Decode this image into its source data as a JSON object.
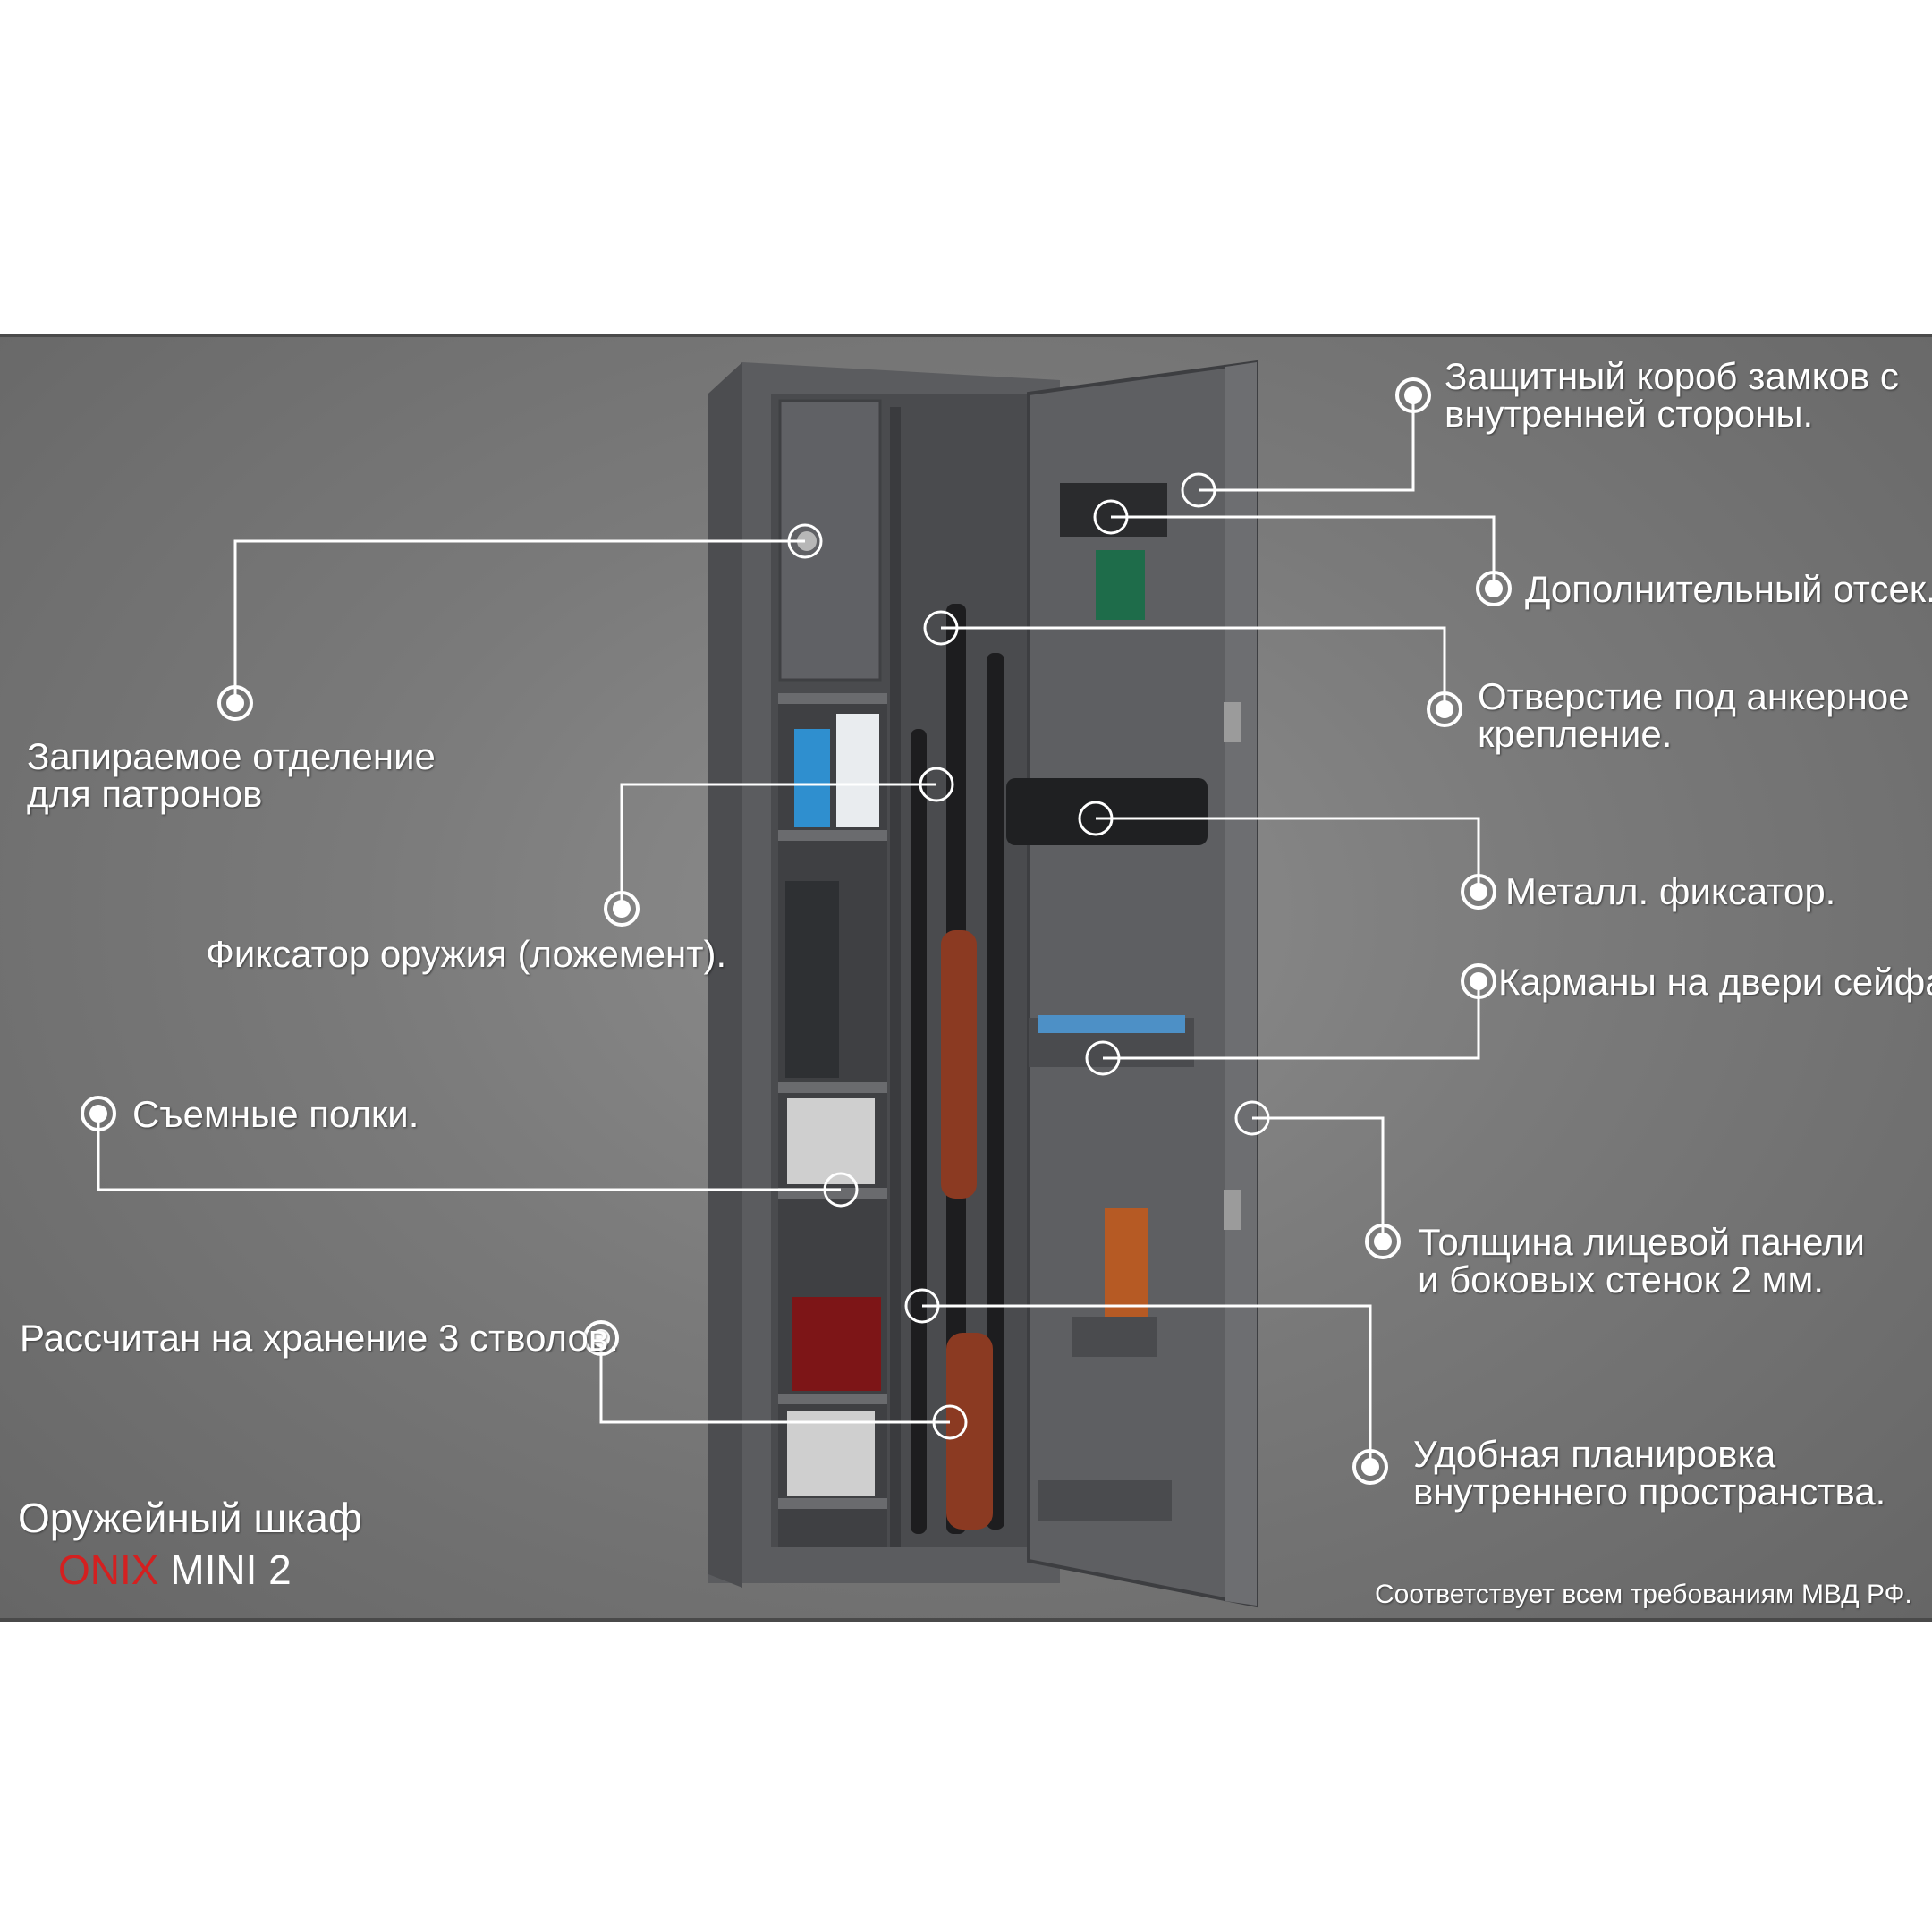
{
  "labels": {
    "lock_box": [
      "Защитный короб  замков с",
      "внутренней стороны."
    ],
    "extra_compartment": "Дополнительный отсек.",
    "anchor_hole": [
      "Отверстие под анкерное",
      "крепление."
    ],
    "metal_clamp": "Металл. фиксатор.",
    "door_pockets": "Карманы на двери сейфа.",
    "panel_thickness": [
      "Толщина лицевой панели",
      "и боковых стенок 2 мм."
    ],
    "layout": [
      "Удобная планировка",
      "внутреннего пространства."
    ],
    "ammo_compartment": [
      "Запираемое отделение",
      "для патронов"
    ],
    "gun_holder": "Фиксатор оружия (ложемент).",
    "removable_shelves": "Съемные полки.",
    "capacity": "Рассчитан на хранение 3 стволов."
  },
  "product": {
    "title": "Оружейный шкаф",
    "brand": "ONIX",
    "model": "MINI 2"
  },
  "footnote": "Соответствует всем требованиям МВД РФ.",
  "colors": {
    "banner": "#7a7a7a",
    "brand_red": "#d42020",
    "callout": "#ffffff",
    "cabinet": "#5b5c5f"
  }
}
